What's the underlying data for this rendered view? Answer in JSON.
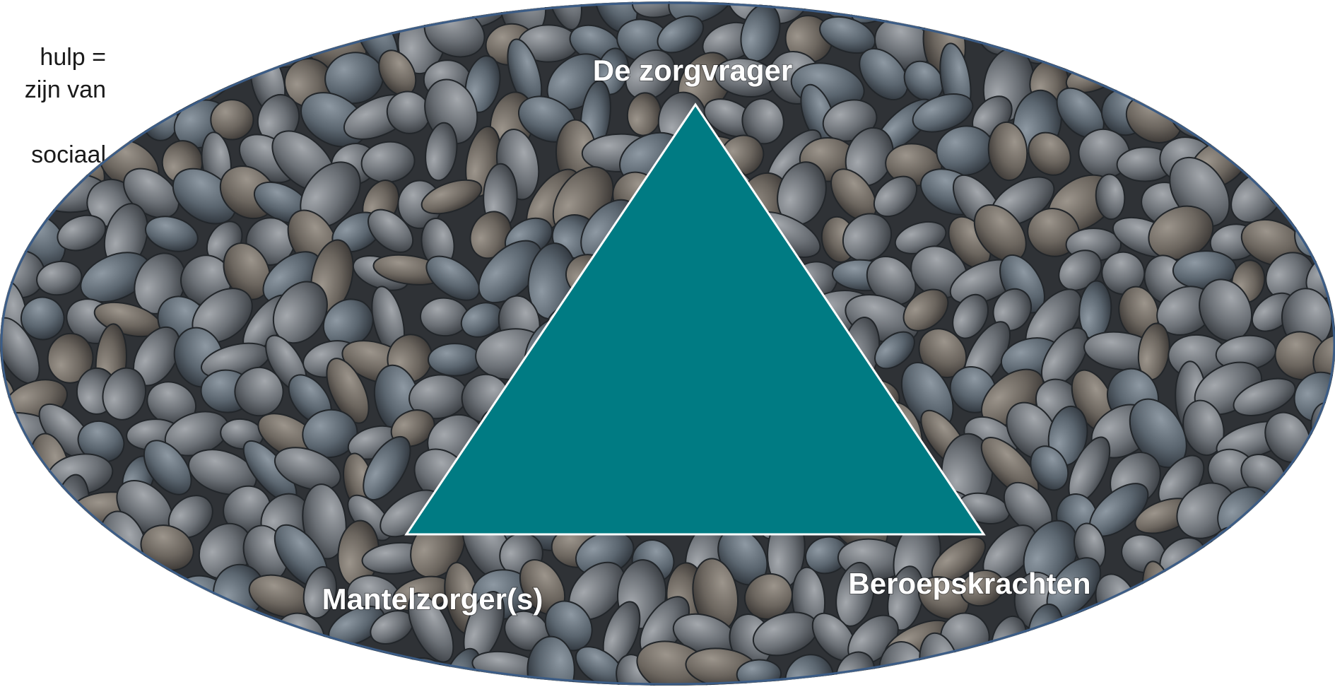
{
  "side_text": {
    "lines": [
      "hulp =",
      "zijn van",
      "",
      "sociaal"
    ]
  },
  "diagram": {
    "nodes": {
      "top": "De zorgvrager",
      "bottom_left": "Mantelzorger(s)",
      "bottom_right": "Beroepskrachten"
    },
    "colors": {
      "triangle_fill": "#007b83",
      "triangle_stroke": "#ffffff",
      "ellipse_border": "#3b5c86",
      "background_stones": "#6f737a"
    }
  }
}
